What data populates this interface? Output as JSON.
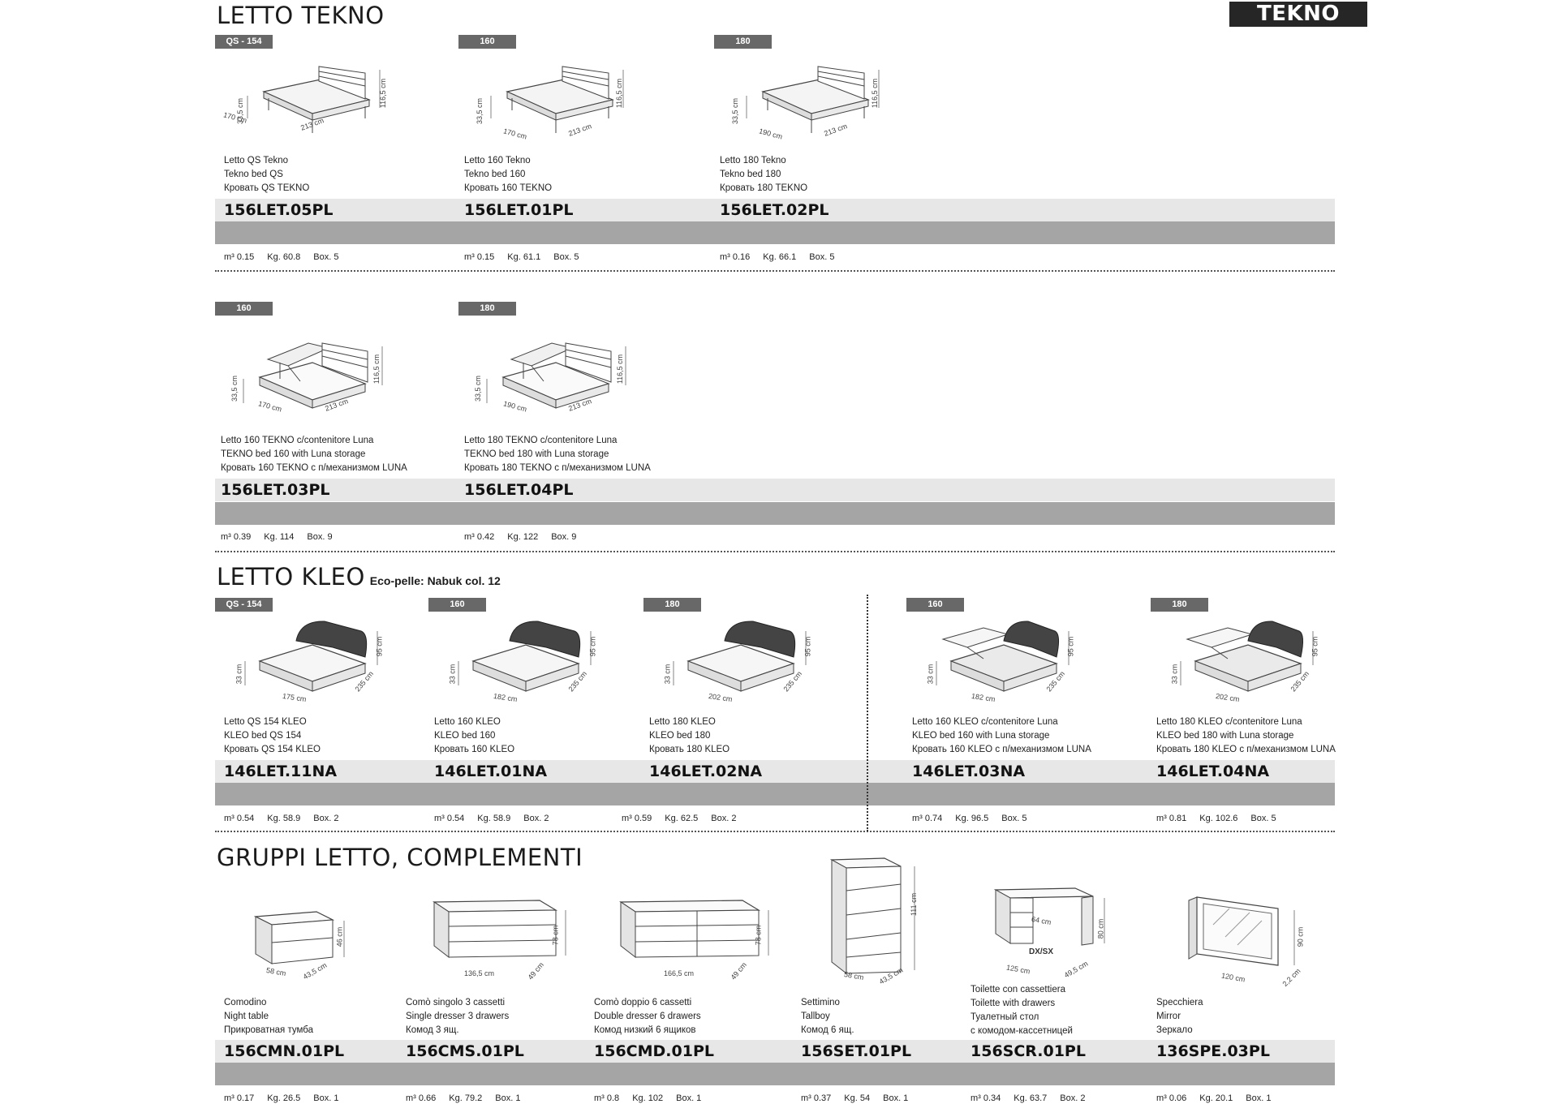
{
  "brand": "TEKNO",
  "sections": {
    "tekno": "LETTO TEKNO",
    "kleo": "LETTO KLEO",
    "kleo_sub": "Eco-pelle: Nabuk col. 12",
    "gruppi": "GRUPPI LETTO, COMPLEMENTI"
  },
  "tekno_row1": [
    {
      "badge": "QS - 154",
      "w": "170 cm",
      "d": "213 cm",
      "h": "116,5 cm",
      "hs": "33,5 cm",
      "lines": [
        "Letto QS Tekno",
        "Tekno bed QS",
        "Кровать QS TEKNO"
      ],
      "code": "156LET.05PL",
      "m3": "m³ 0.15",
      "kg": "Kg. 60.8",
      "box": "Box. 5"
    },
    {
      "badge": "160",
      "w": "170 cm",
      "d": "213 cm",
      "h": "116,5 cm",
      "hs": "33,5 cm",
      "lines": [
        "Letto 160 Tekno",
        "Tekno bed 160",
        "Кровать 160 TEKNO"
      ],
      "code": "156LET.01PL",
      "m3": "m³ 0.15",
      "kg": "Kg. 61.1",
      "box": "Box. 5"
    },
    {
      "badge": "180",
      "w": "190 cm",
      "d": "213 cm",
      "h": "116,5 cm",
      "hs": "33,5 cm",
      "lines": [
        "Letto 180 Tekno",
        "Tekno bed 180",
        "Кровать 180 TEKNO"
      ],
      "code": "156LET.02PL",
      "m3": "m³ 0.16",
      "kg": "Kg. 66.1",
      "box": "Box. 5"
    }
  ],
  "tekno_row2": [
    {
      "badge": "160",
      "w": "170 cm",
      "d": "213 cm",
      "h": "116,5 cm",
      "hs": "33,5 cm",
      "lines": [
        "Letto 160 TEKNO c/contenitore Luna",
        "TEKNO bed 160 with Luna storage",
        "Кровать 160 TEKNO с п/механизмом LUNA"
      ],
      "code": "156LET.03PL",
      "m3": "m³ 0.39",
      "kg": "Kg. 114",
      "box": "Box. 9"
    },
    {
      "badge": "180",
      "w": "190 cm",
      "d": "213 cm",
      "h": "116,5 cm",
      "hs": "33,5 cm",
      "lines": [
        "Letto 180 TEKNO c/contenitore Luna",
        "TEKNO bed 180 with Luna storage",
        "Кровать 180 TEKNO с п/механизмом LUNA"
      ],
      "code": "156LET.04PL",
      "m3": "m³ 0.42",
      "kg": "Kg. 122",
      "box": "Box. 9"
    }
  ],
  "kleo": [
    {
      "badge": "QS - 154",
      "w": "175 cm",
      "d": "235 cm",
      "h": "95 cm",
      "hs": "33 cm",
      "lines": [
        "Letto QS 154 KLEO",
        "KLEO bed QS 154",
        "Кровать QS 154 KLEO"
      ],
      "code": "146LET.11NA",
      "m3": "m³ 0.54",
      "kg": "Kg. 58.9",
      "box": "Box. 2"
    },
    {
      "badge": "160",
      "w": "182 cm",
      "d": "235 cm",
      "h": "95 cm",
      "hs": "33 cm",
      "lines": [
        "Letto 160 KLEO",
        "KLEO bed 160",
        "Кровать 160 KLEO"
      ],
      "code": "146LET.01NA",
      "m3": "m³ 0.54",
      "kg": "Kg. 58.9",
      "box": "Box. 2"
    },
    {
      "badge": "180",
      "w": "202 cm",
      "d": "235 cm",
      "h": "95 cm",
      "hs": "33 cm",
      "lines": [
        "Letto 180 KLEO",
        "KLEO bed 180",
        "Кровать 180 KLEO"
      ],
      "code": "146LET.02NA",
      "m3": "m³ 0.59",
      "kg": "Kg. 62.5",
      "box": "Box. 2"
    },
    {
      "badge": "160",
      "w": "182 cm",
      "d": "235 cm",
      "h": "95 cm",
      "hs": "33 cm",
      "lines": [
        "Letto 160 KLEO c/contenitore Luna",
        "KLEO bed 160 with Luna storage",
        "Кровать 160 KLEO с п/механизмом LUNA"
      ],
      "code": "146LET.03NA",
      "m3": "m³ 0.74",
      "kg": "Kg. 96.5",
      "box": "Box. 5"
    },
    {
      "badge": "180",
      "w": "202 cm",
      "d": "235 cm",
      "h": "95 cm",
      "hs": "33 cm",
      "lines": [
        "Letto 180 KLEO c/contenitore Luna",
        "KLEO bed 180 with Luna storage",
        "Кровать 180 KLEO с п/механизмом LUNA"
      ],
      "code": "146LET.04NA",
      "m3": "m³ 0.81",
      "kg": "Kg. 102.6",
      "box": "Box. 5"
    }
  ],
  "gruppi": [
    {
      "dims": [
        "58 cm",
        "43,5 cm",
        "46 cm"
      ],
      "lines": [
        "Comodino",
        "Night table",
        "Прикроватная тумба"
      ],
      "code": "156CMN.01PL",
      "m3": "m³ 0.17",
      "kg": "Kg. 26.5",
      "box": "Box. 1"
    },
    {
      "dims": [
        "136,5 cm",
        "49 cm",
        "78 cm"
      ],
      "lines": [
        "Comò singolo 3 cassetti",
        "Single dresser 3 drawers",
        "Комод 3 ящ."
      ],
      "code": "156CMS.01PL",
      "m3": "m³ 0.66",
      "kg": "Kg. 79.2",
      "box": "Box. 1"
    },
    {
      "dims": [
        "166,5 cm",
        "49 cm",
        "78 cm"
      ],
      "lines": [
        "Comò doppio 6 cassetti",
        "Double dresser 6 drawers",
        "Комод низкий 6 ящиков"
      ],
      "code": "156CMD.01PL",
      "m3": "m³ 0.8",
      "kg": "Kg. 102",
      "box": "Box. 1"
    },
    {
      "dims": [
        "58 cm",
        "43,5 cm",
        "111 cm"
      ],
      "lines": [
        "Settimino",
        "Tallboy",
        "Комод 6 ящ."
      ],
      "code": "156SET.01PL",
      "m3": "m³ 0.37",
      "kg": "Kg. 54",
      "box": "Box. 1"
    },
    {
      "dims": [
        "125 cm",
        "49,5 cm",
        "80 cm",
        "64 cm",
        "DX/SX"
      ],
      "lines": [
        "Toilette con cassettiera",
        "Toilette with drawers",
        "Туалетный стол",
        "с комодом-кассетницей"
      ],
      "code": "156SCR.01PL",
      "m3": "m³ 0.34",
      "kg": "Kg. 63.7",
      "box": "Box. 2"
    },
    {
      "dims": [
        "120 cm",
        "2,2 cm",
        "90 cm"
      ],
      "lines": [
        "Specchiera",
        "Mirror",
        "Зеркало"
      ],
      "code": "136SPE.03PL",
      "m3": "m³ 0.06",
      "kg": "Kg. 20.1",
      "box": "Box. 1"
    }
  ]
}
